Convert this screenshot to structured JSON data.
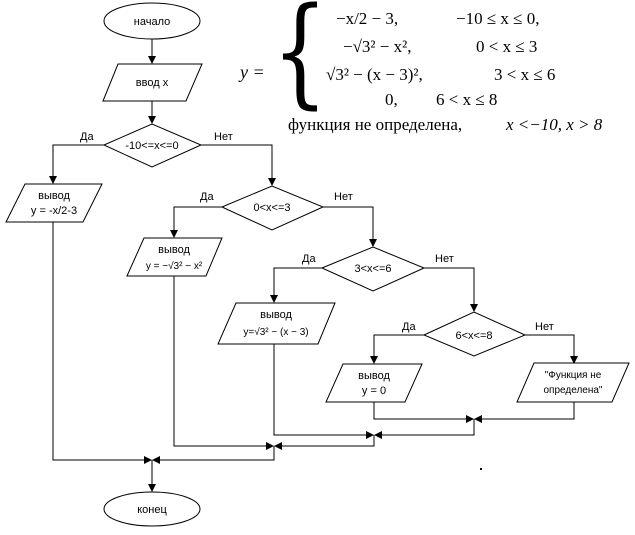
{
  "flowchart": {
    "start": "начало",
    "input": "ввод x",
    "end": "конец",
    "yes": "Да",
    "no": "Нет",
    "cond1": "-10<=x<=0",
    "cond2": "0<x<=3",
    "cond3": "3<x<=6",
    "cond4": "6<x<=8",
    "out1_l1": "вывод",
    "out1_l2": "y = -x/2-3",
    "out2_l1": "вывод",
    "out2_l2": "y = −√3² − x²",
    "out3_l1": "вывод",
    "out3_l2": "y=√3² − (x − 3)",
    "out4_l1": "вывод",
    "out4_l2": "y = 0",
    "out5_l1": "\"Функция не",
    "out5_l2": "определена\""
  },
  "formula": {
    "lhs": "y =",
    "rows": [
      {
        "expr": "−x/2 − 3,",
        "cond": "−10 ≤ x ≤ 0,"
      },
      {
        "expr": "−√3² − x²,",
        "cond": "0 < x ≤ 3"
      },
      {
        "expr": "√3² − (x − 3)²,",
        "cond": "3 < x ≤ 6"
      },
      {
        "expr": "0,",
        "cond": "6 < x ≤ 8"
      },
      {
        "expr": "функция не определена,",
        "cond": "x <−10, x > 8"
      }
    ]
  }
}
